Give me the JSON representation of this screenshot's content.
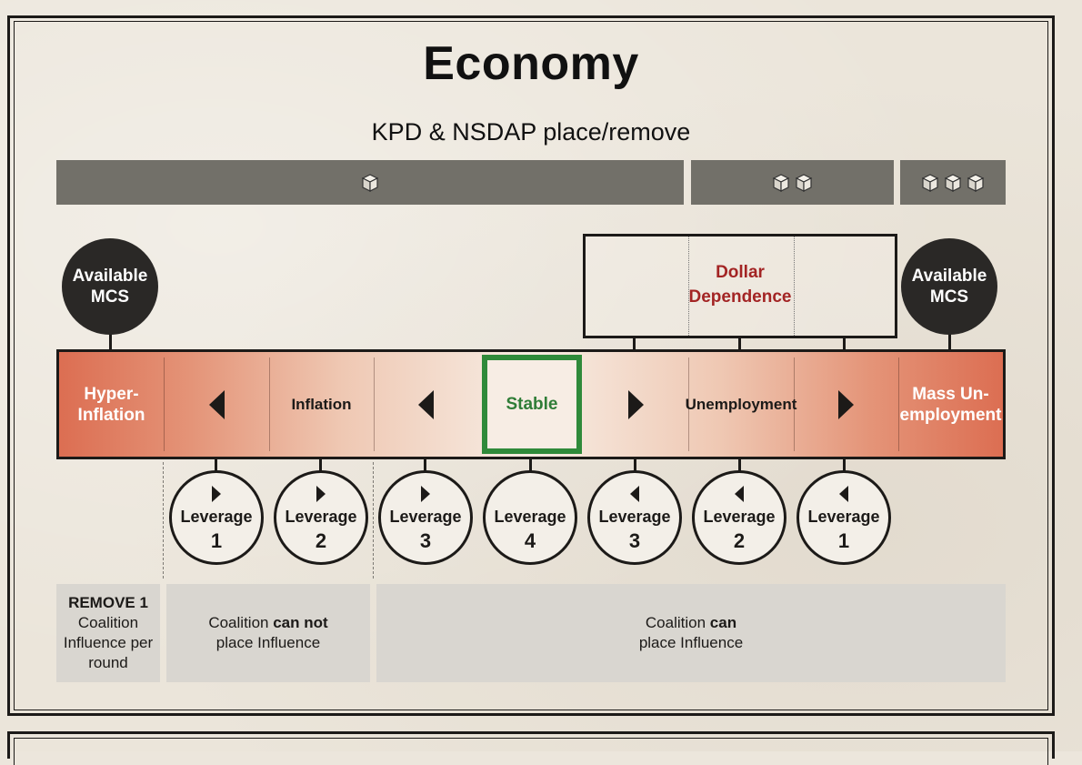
{
  "title": "Economy",
  "subtitle": "KPD & NSDAP place/remove",
  "cube_bars": [
    {
      "cubes": 1
    },
    {
      "cubes": 2
    },
    {
      "cubes": 3
    }
  ],
  "mcs": {
    "left": {
      "line1": "Available",
      "line2": "MCS"
    },
    "right": {
      "line1": "Available",
      "line2": "MCS"
    }
  },
  "dollar_dependence": {
    "line1": "Dollar",
    "line2": "Dependence"
  },
  "track": {
    "hyperinflation": {
      "line1": "Hyper-",
      "line2": "Inflation"
    },
    "inflation": "Inflation",
    "stable": "Stable",
    "unemployment": "Unemployment",
    "mass_unemployment": {
      "line1": "Mass Un-",
      "line2": "employment"
    }
  },
  "leverage": [
    {
      "label": "Leverage",
      "value": "1",
      "arrow": "right"
    },
    {
      "label": "Leverage",
      "value": "2",
      "arrow": "right"
    },
    {
      "label": "Leverage",
      "value": "3",
      "arrow": "right"
    },
    {
      "label": "Leverage",
      "value": "4",
      "arrow": "none"
    },
    {
      "label": "Leverage",
      "value": "3",
      "arrow": "left"
    },
    {
      "label": "Leverage",
      "value": "2",
      "arrow": "left"
    },
    {
      "label": "Leverage",
      "value": "1",
      "arrow": "left"
    }
  ],
  "rules": {
    "remove": {
      "bold": "REMOVE 1",
      "line2": "Coalition",
      "line3": "Influence per",
      "line4": "round"
    },
    "cannot": {
      "pre": "Coalition ",
      "bold": "can not",
      "line2": "place Influence"
    },
    "can": {
      "pre": "Coalition ",
      "bold": "can",
      "line2": "place Influence"
    }
  },
  "colors": {
    "track_end": "#dc6e52",
    "stable_border": "#2f8a3a",
    "dollar_text": "#a32424",
    "cube_bar": "#727069",
    "mcs_circle": "#2a2826"
  }
}
